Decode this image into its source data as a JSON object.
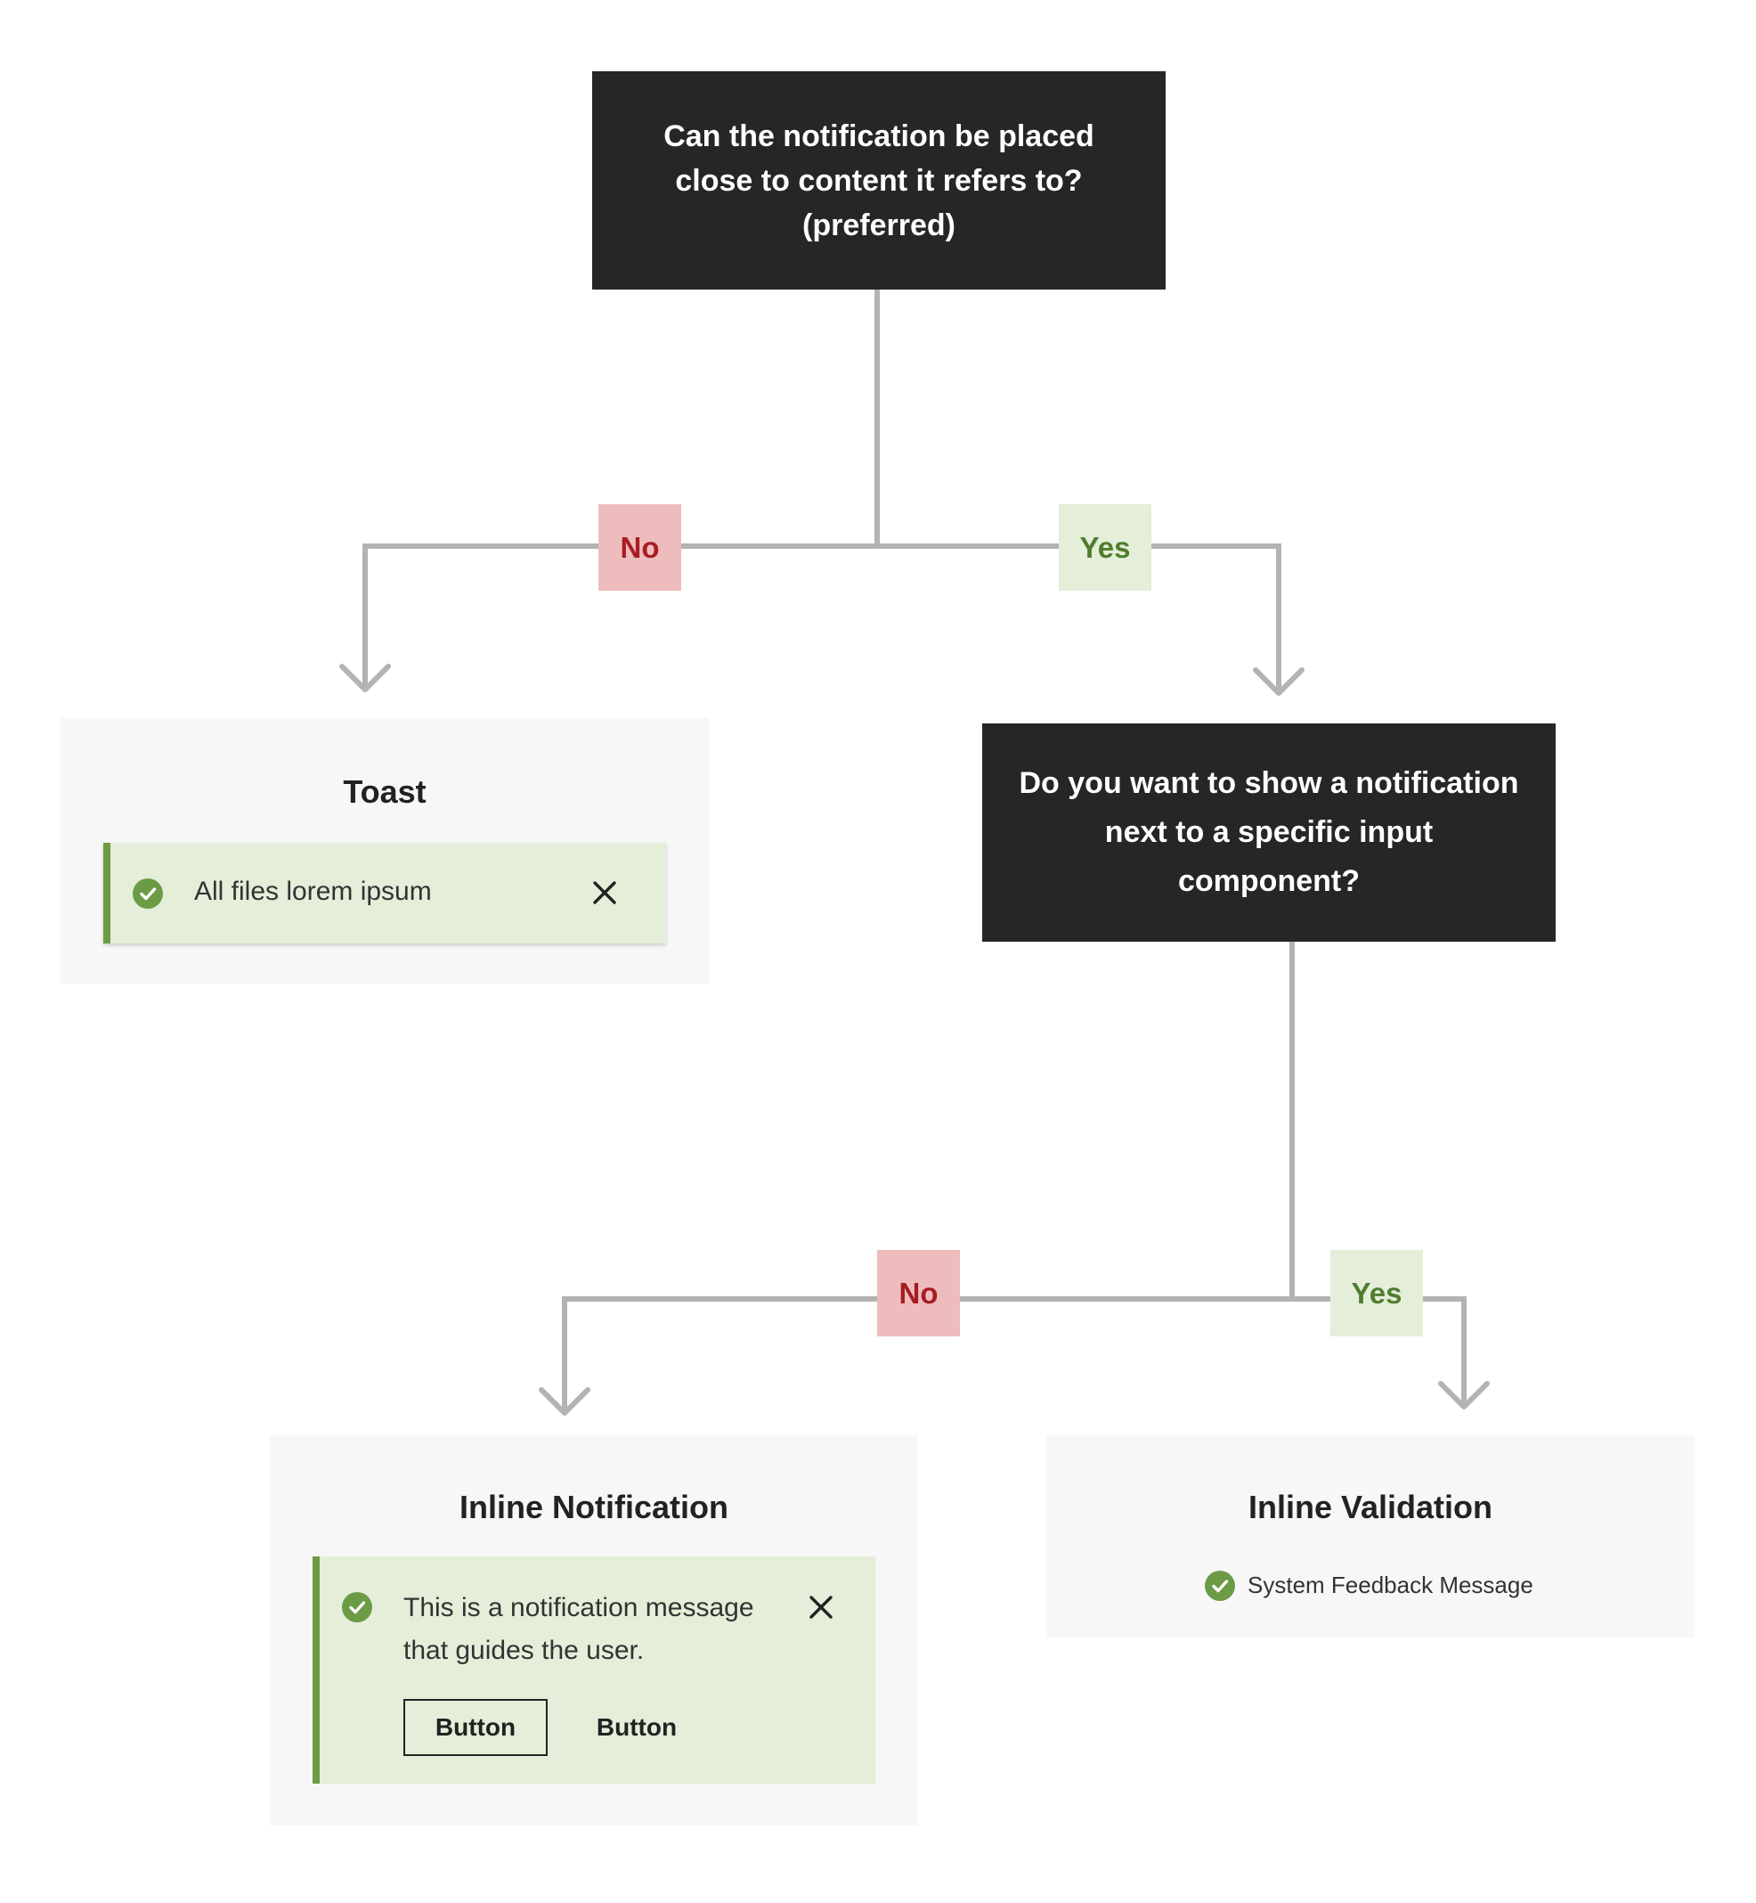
{
  "question_root": {
    "lines": [
      "Can the notification be placed",
      "close to content it refers to?",
      "(preferred)"
    ]
  },
  "question_secondary": {
    "lines": [
      "Do you want to show a notification",
      "next to a specific input",
      "component?"
    ]
  },
  "branches": {
    "root_no": "No",
    "root_yes": "Yes",
    "secondary_no": "No",
    "secondary_yes": "Yes"
  },
  "toast_card": {
    "title": "Toast",
    "message": "All files lorem ipsum",
    "status_icon": "checkmark-circle-icon",
    "dismiss_icon": "close-icon"
  },
  "inline_notification_card": {
    "title": "Inline Notification",
    "message": "This is a notification message that guides the user.",
    "primary_button": "Button",
    "secondary_button": "Button",
    "status_icon": "checkmark-circle-icon",
    "dismiss_icon": "close-icon"
  },
  "inline_validation_card": {
    "title": "Inline Validation",
    "message": "System Feedback Message",
    "status_icon": "checkmark-circle-icon"
  },
  "colors": {
    "question_bg": "#262626",
    "connector": "#b3b3b3",
    "no_bg": "#efbcbd",
    "no_text": "#a51d23",
    "yes_bg": "#e4eed9",
    "yes_text": "#4f7d2e",
    "success_accent": "#6c9b45",
    "card_bg": "#f7f7f7"
  }
}
